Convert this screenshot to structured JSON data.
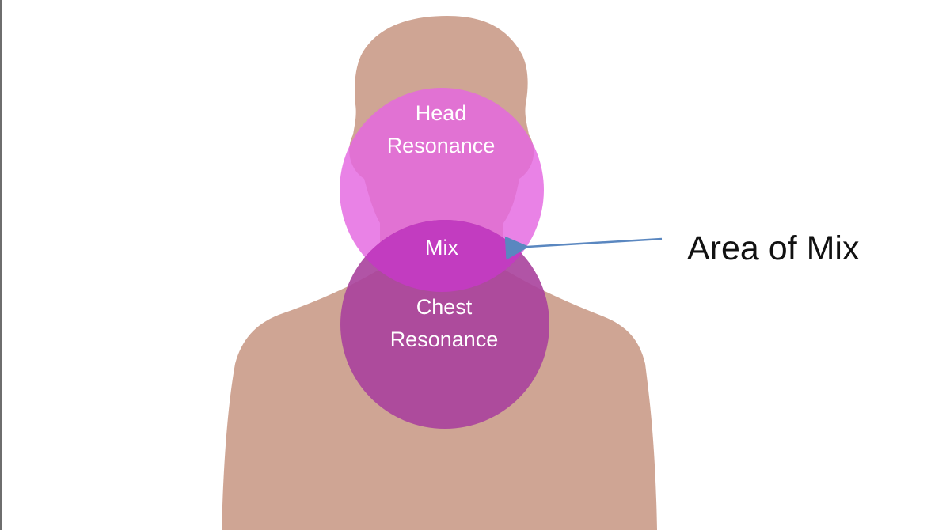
{
  "diagram": {
    "labels": {
      "head_line1": "Head",
      "head_line2": "Resonance",
      "mix": "Mix",
      "chest_line1": "Chest",
      "chest_line2": "Resonance",
      "callout": "Area of Mix"
    },
    "colors": {
      "background": "#ffffff",
      "silhouette": "#cfa594",
      "head_circle": "#e466e0",
      "chest_circle": "#a8419c",
      "mix_overlap": "#c23cc0",
      "head_text": "#ffffff",
      "chest_text": "#ffffff",
      "callout_text": "#111111",
      "arrow": "#5a87c0",
      "frame_edge": "#6e6e6e"
    }
  }
}
